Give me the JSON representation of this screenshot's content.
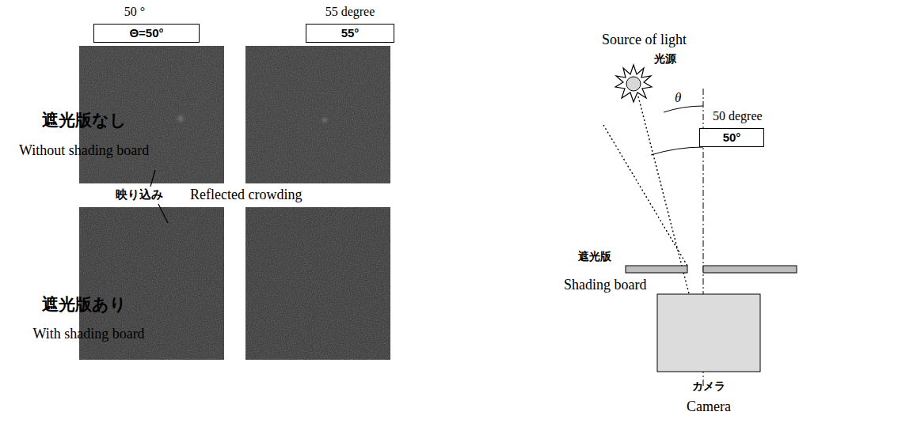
{
  "diagram": {
    "nodes": [
      {
        "text": [
          "Θ=50°"
        ]
      },
      {
        "text": [
          "55°"
        ]
      },
      {
        "text": [
          "50°"
        ]
      }
    ],
    "labels": [
      "50 °",
      "55 degree",
      "遮光版なし",
      "Without shading board",
      "映り込み",
      "Reflected crowding",
      "遮光版あり",
      "With shading board",
      "Source of light",
      "光源",
      "θ",
      "50 degree",
      "遮光版",
      "Shading board",
      "カメラ",
      "Camera"
    ]
  }
}
